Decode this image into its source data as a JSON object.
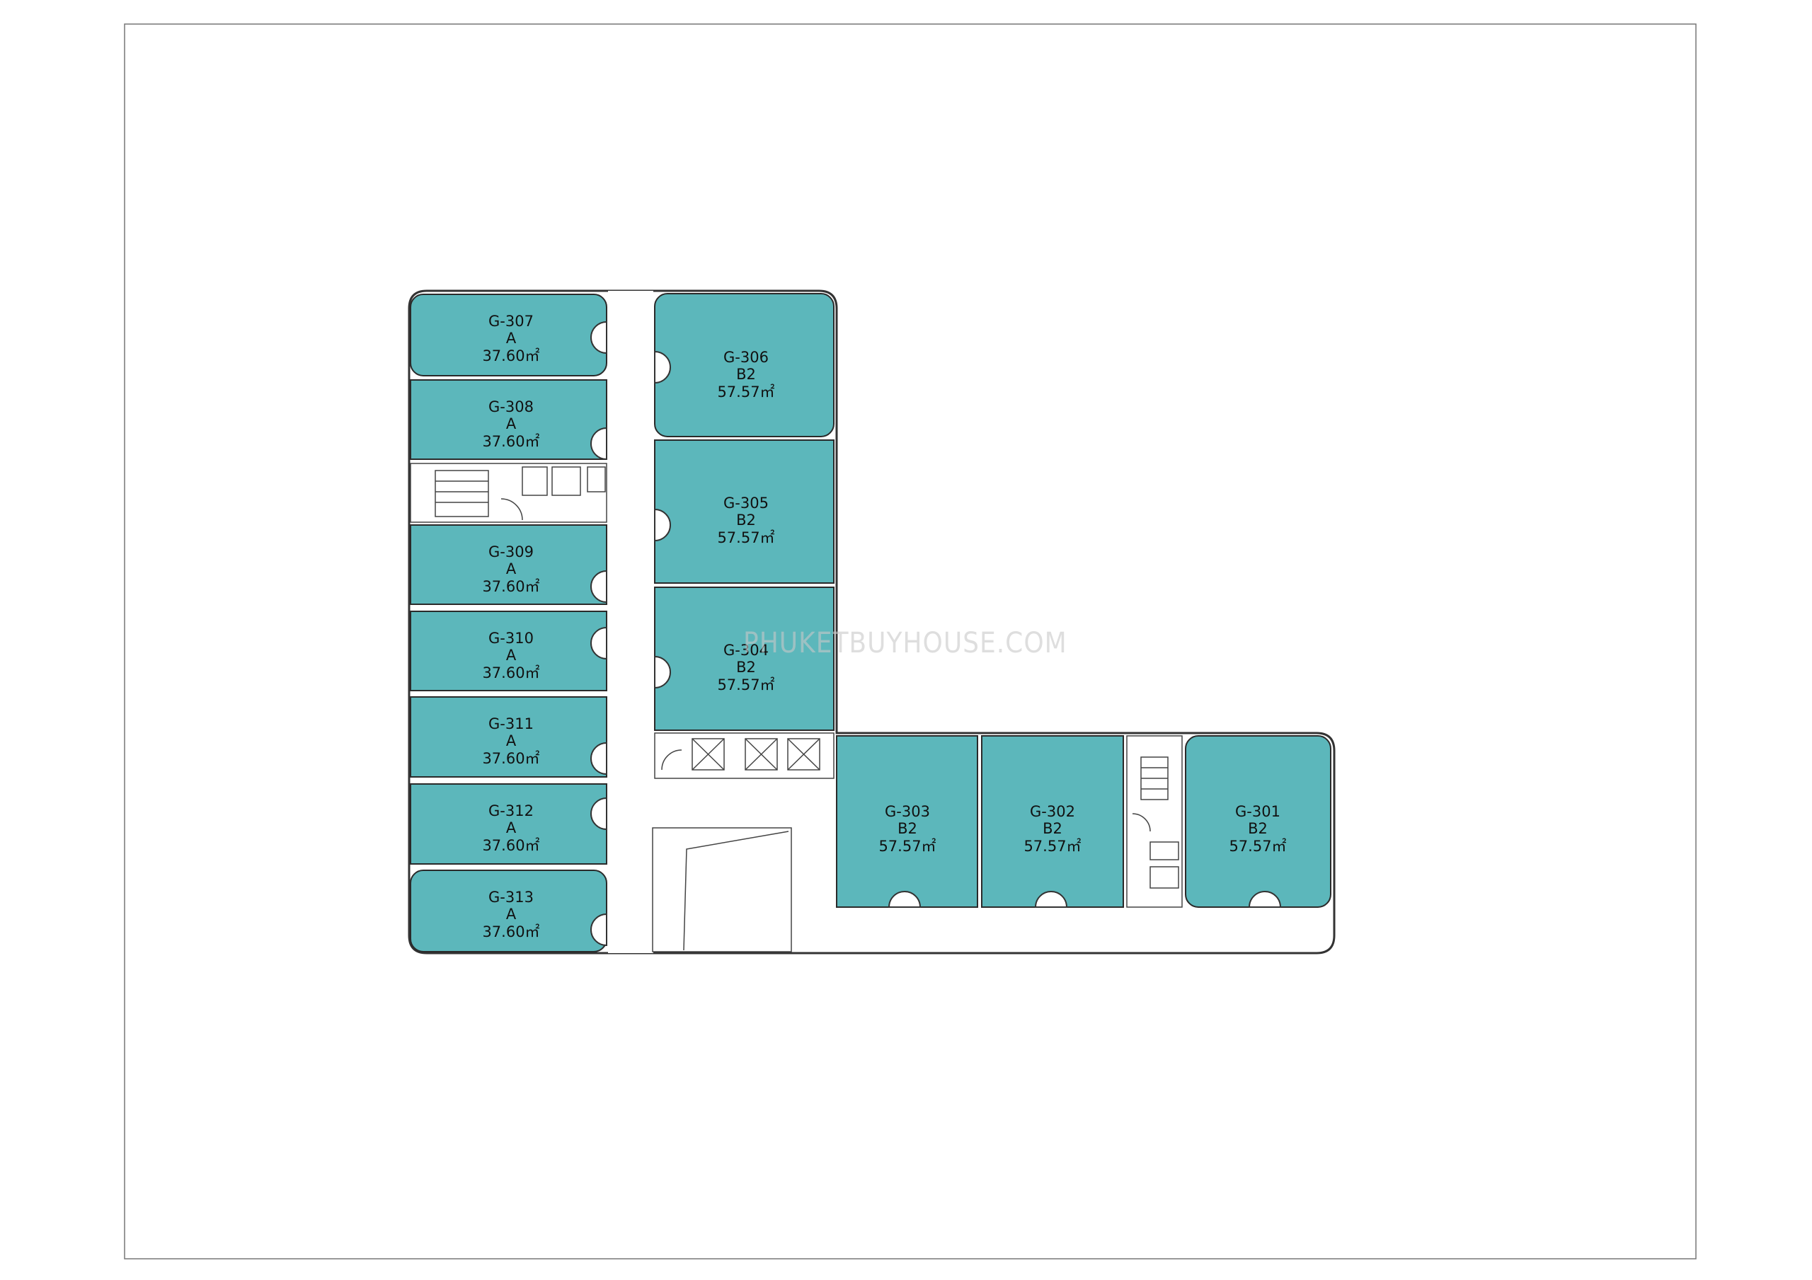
{
  "colors": {
    "unit_fill": "#5cb7bb",
    "line": "#333333",
    "background": "#ffffff"
  },
  "watermark": "PHUKETBUYHOUSE.COM",
  "units": {
    "g307": {
      "id": "G-307",
      "type": "A",
      "area": "37.60㎡"
    },
    "g308": {
      "id": "G-308",
      "type": "A",
      "area": "37.60㎡"
    },
    "g309": {
      "id": "G-309",
      "type": "A",
      "area": "37.60㎡"
    },
    "g310": {
      "id": "G-310",
      "type": "A",
      "area": "37.60㎡"
    },
    "g311": {
      "id": "G-311",
      "type": "A",
      "area": "37.60㎡"
    },
    "g312": {
      "id": "G-312",
      "type": "A",
      "area": "37.60㎡"
    },
    "g313": {
      "id": "G-313",
      "type": "A",
      "area": "37.60㎡"
    },
    "g306": {
      "id": "G-306",
      "type": "B2",
      "area": "57.57㎡"
    },
    "g305": {
      "id": "G-305",
      "type": "B2",
      "area": "57.57㎡"
    },
    "g304": {
      "id": "G-304",
      "type": "B2",
      "area": "57.57㎡"
    },
    "g303": {
      "id": "G-303",
      "type": "B2",
      "area": "57.57㎡"
    },
    "g302": {
      "id": "G-302",
      "type": "B2",
      "area": "57.57㎡"
    },
    "g301": {
      "id": "G-301",
      "type": "B2",
      "area": "57.57㎡"
    }
  }
}
